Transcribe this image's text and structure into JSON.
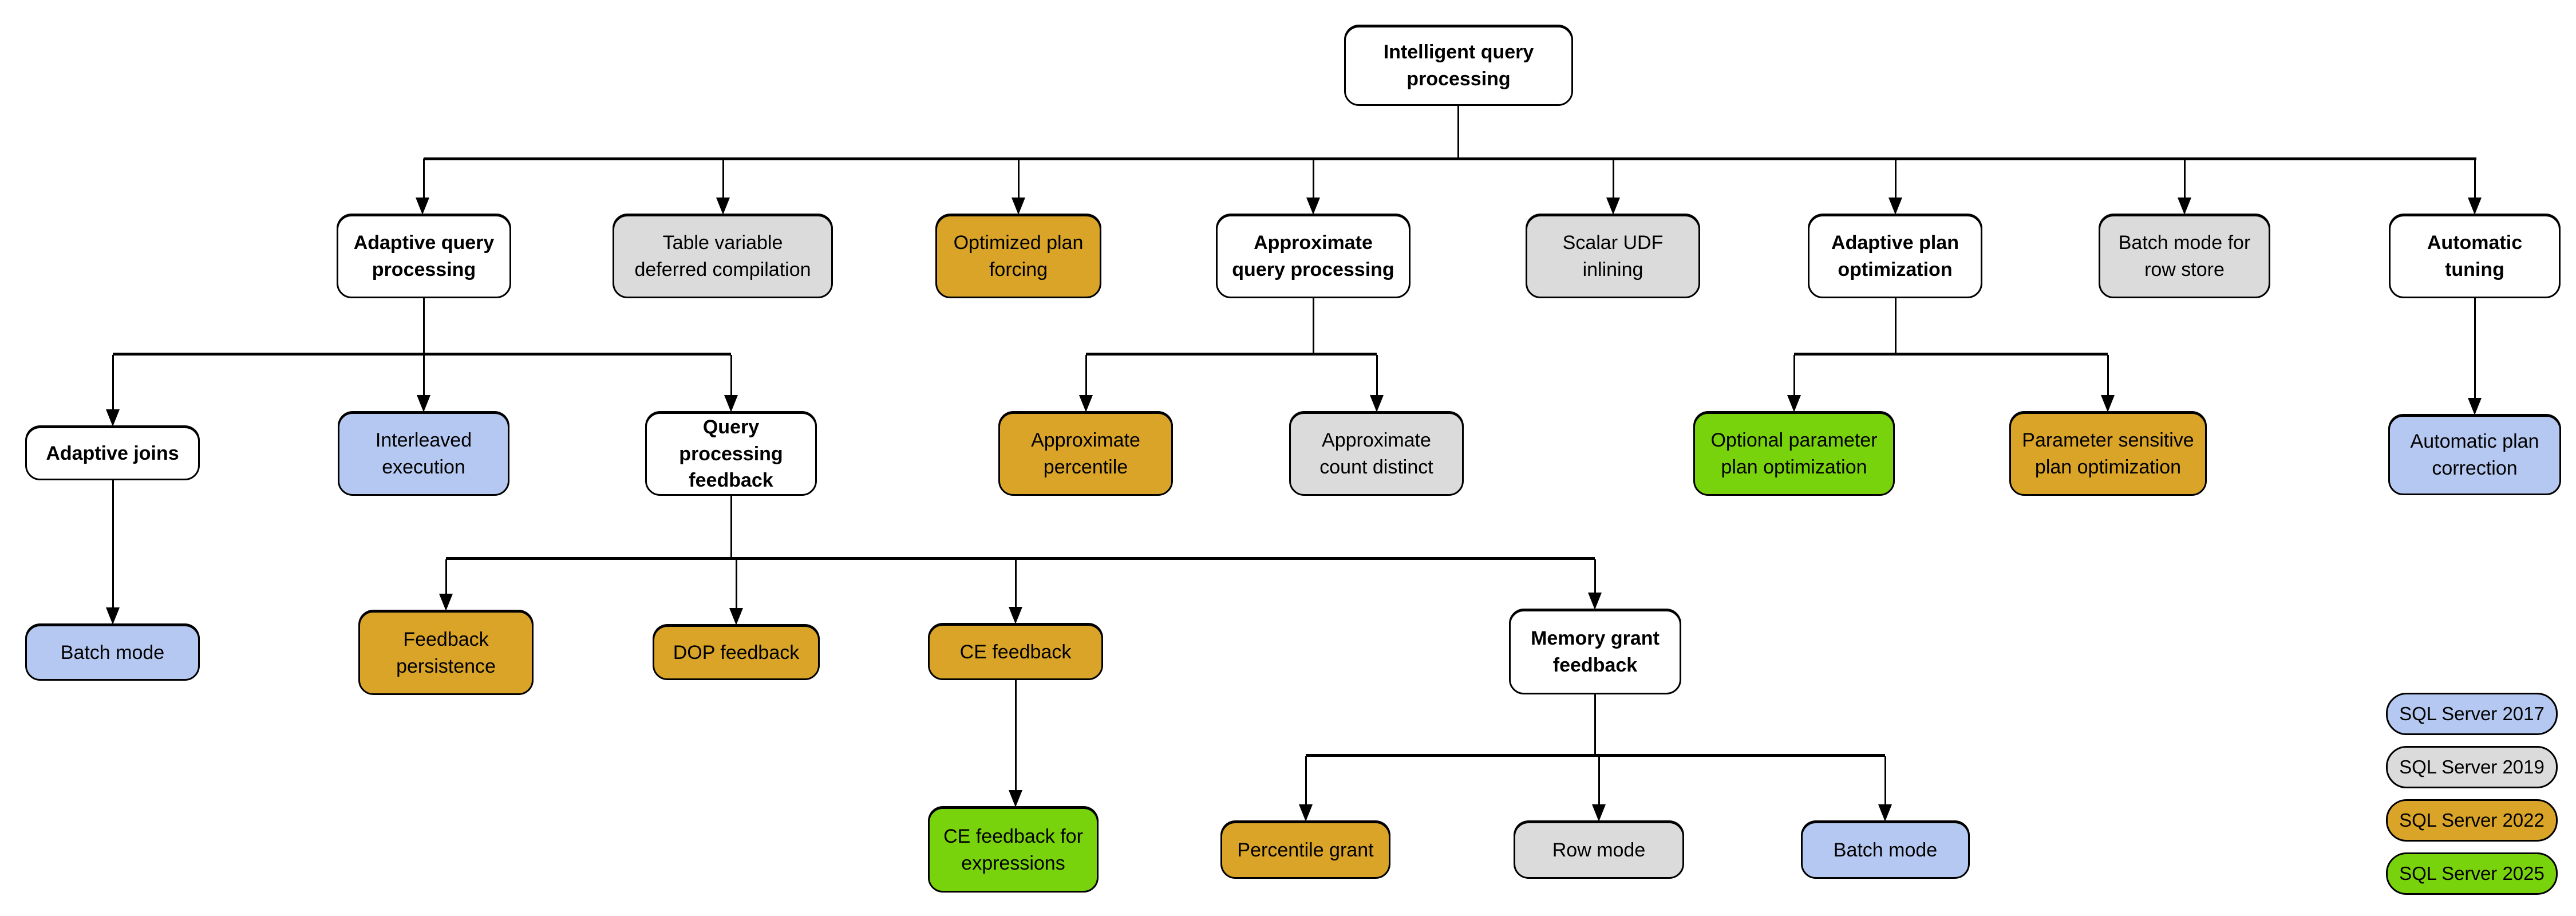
{
  "palette": {
    "category_white": "#FFFFFF",
    "sql_server_2017_blue": "#B5C8F1",
    "sql_server_2019_gray": "#DBDBDB",
    "sql_server_2022_gold": "#D9A428",
    "sql_server_2025_green": "#78D30D",
    "outline": "#000000"
  },
  "nodes": [
    {
      "label": "Intelligent query\nprocessing",
      "version": "category"
    },
    {
      "label": "Adaptive query\nprocessing",
      "version": "category"
    },
    {
      "label": "Table variable\ndeferred compilation",
      "version": "SQL Server 2019"
    },
    {
      "label": "Optimized plan\nforcing",
      "version": "SQL Server 2022"
    },
    {
      "label": "Approximate\nquery processing",
      "version": "category"
    },
    {
      "label": "Scalar UDF\ninlining",
      "version": "SQL Server 2019"
    },
    {
      "label": "Adaptive plan\noptimization",
      "version": "category"
    },
    {
      "label": "Batch mode for\nrow store",
      "version": "SQL Server 2019"
    },
    {
      "label": "Automatic\ntuning",
      "version": "category"
    },
    {
      "label": "Adaptive joins",
      "version": "category"
    },
    {
      "label": "Interleaved\nexecution",
      "version": "SQL Server 2017"
    },
    {
      "label": "Query processing\nfeedback",
      "version": "category"
    },
    {
      "label": "Approximate\npercentile",
      "version": "SQL Server 2022"
    },
    {
      "label": "Approximate\ncount distinct",
      "version": "SQL Server 2019"
    },
    {
      "label": "Optional parameter\nplan optimization",
      "version": "SQL Server 2025"
    },
    {
      "label": "Parameter sensitive\nplan optimization",
      "version": "SQL Server 2022"
    },
    {
      "label": "Automatic plan\ncorrection",
      "version": "SQL Server 2017"
    },
    {
      "label": "Batch mode",
      "version": "SQL Server 2017"
    },
    {
      "label": "Feedback\npersistence",
      "version": "SQL Server 2022"
    },
    {
      "label": "DOP feedback",
      "version": "SQL Server 2022"
    },
    {
      "label": "CE feedback",
      "version": "SQL Server 2022"
    },
    {
      "label": "Memory grant\nfeedback",
      "version": "category"
    },
    {
      "label": "CE feedback for\nexpressions",
      "version": "SQL Server 2025"
    },
    {
      "label": "Percentile grant",
      "version": "SQL Server 2022"
    },
    {
      "label": "Row mode",
      "version": "SQL Server 2019"
    },
    {
      "label": "Batch mode",
      "version": "SQL Server 2017"
    }
  ],
  "legend": [
    {
      "label": "SQL Server 2017",
      "color": "#B5C8F1"
    },
    {
      "label": "SQL Server 2019",
      "color": "#DBDBDB"
    },
    {
      "label": "SQL Server 2022",
      "color": "#D9A428"
    },
    {
      "label": "SQL Server 2025",
      "color": "#78D30D"
    }
  ]
}
